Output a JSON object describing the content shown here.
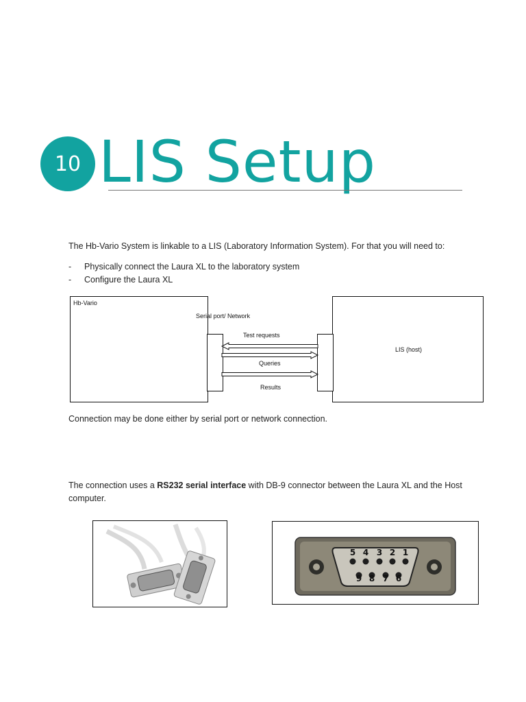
{
  "chapter": {
    "number": "10",
    "title": "LIS Setup"
  },
  "intro": "The Hb-Vario System is linkable to a LIS (Laboratory Information System). For that you will need to:",
  "bullets": [
    {
      "dash": "-",
      "text": "Physically connect the Laura XL to the laboratory system"
    },
    {
      "dash": "-",
      "text": "Configure the Laura XL"
    }
  ],
  "diagram": {
    "left_box_label": "Hb-Vario",
    "port_label": "Serial port/ Network",
    "right_box_label": "LIS (host)",
    "arrow_labels": [
      "Test requests",
      "Queries",
      "Results"
    ]
  },
  "connection_note": "Connection may be done either by serial port or network connection.",
  "rs232": {
    "prefix": "The connection uses a ",
    "bold": "RS232 serial interface",
    "suffix": " with DB-9 connector between the Laura XL and the Host computer."
  },
  "db9_pins": {
    "top": [
      "5",
      "4",
      "3",
      "2",
      "1"
    ],
    "bottom": [
      "9",
      "8",
      "7",
      "6"
    ]
  },
  "colors": {
    "accent": "#12a3a0",
    "text": "#222222",
    "rule": "#777777"
  }
}
